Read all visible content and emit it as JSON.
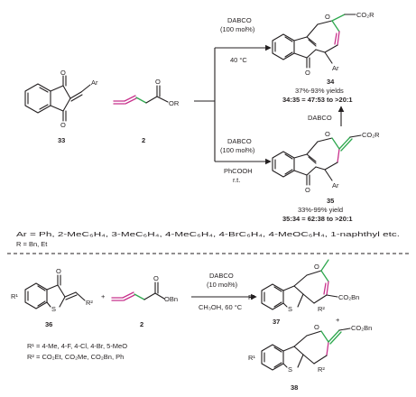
{
  "top": {
    "compound_33": "33",
    "compound_2": "2",
    "ar": "Ar",
    "reagent_or": "OR",
    "upper": {
      "reagent": "DABCO",
      "loading": "(100 mol%)",
      "temp": "40 °C",
      "product_label": "34",
      "yields": "37%-93% yields",
      "ratio": "34:35 = 47:53 to >20:1",
      "ester": "CO₂R",
      "ar": "Ar"
    },
    "lower": {
      "reagent": "DABCO",
      "loading": "(100 mol%)",
      "additive": "PhCOOH",
      "temp": "r.t.",
      "product_label": "35",
      "yields": "33%-99% yield",
      "ratio": "35:34 = 62:38 to >20:1",
      "ester": "CO₂R",
      "ar": "Ar"
    },
    "interconversion": "DABCO",
    "substituents_ar": "Ar = Ph, 2-MeC₆H₄, 3-MeC₆H₄, 4-MeC₆H₄, 4-BrC₆H₄, 4-MeOC₆H₄, 1-naphthyl etc.",
    "substituents_r": "R = Bn, Et"
  },
  "bottom": {
    "compound_36": "36",
    "compound_2": "2",
    "r1": "R¹",
    "r2": "R²",
    "s": "S",
    "obn": "OBn",
    "reagent": "DABCO",
    "loading": "(10 mol%)",
    "conditions": "CH₃OH, 60 °C",
    "product_37": "37",
    "product_38": "38",
    "ester_37": "CO₂Bn",
    "ester_38": "CO₂Bn",
    "r1_substituents": "R¹ = 4-Me, 4-F, 4-Cl, 4-Br, 5-MeO",
    "r2_substituents": "R² = CO₂Et, CO₂Me, CO₂Bn, Ph"
  },
  "colors": {
    "bond": "#231f20",
    "highlight_pink": "#c8328c",
    "highlight_green": "#2fa84f"
  }
}
